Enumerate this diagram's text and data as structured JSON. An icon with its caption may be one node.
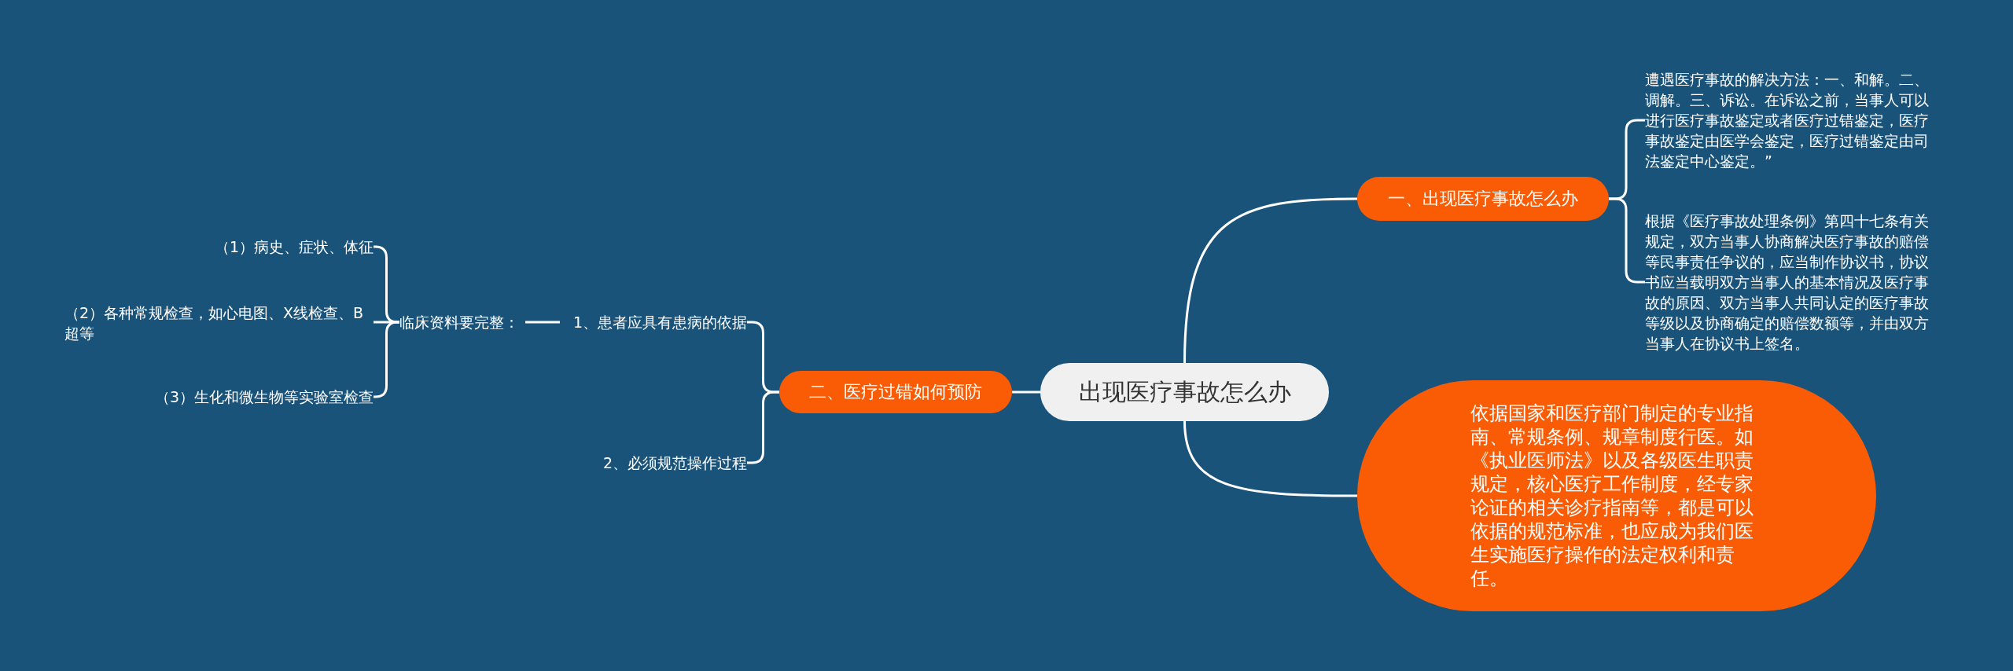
{
  "diagram": {
    "nodes": [
      {
        "text": [
          "出现医疗事故怎么办"
        ]
      },
      {
        "text": [
          "一、出现医疗事故怎么办"
        ]
      },
      {
        "text": [
          "遭遇医疗事故的解决方法：一、和解。二、调解。三、诉讼。在诉讼之前，当事人可以进行医疗事故鉴定或者医疗过错鉴定，医疗事故鉴定由医学会鉴定，医疗过错鉴定由司法鉴定中心鉴定。”"
        ]
      },
      {
        "text": [
          "根据《医疗事故处理条例》第四十七条有关规定，双方当事人协商解决医疗事故的赔偿等民事责任争议的，应当制作协议书，协议书应当载明双方当事人的基本情况及医疗事故的原因、双方当事人共同认定的医疗事故等级以及协商确定的赔偿数额等，并由双方当事人在协议书上签名。"
        ]
      },
      {
        "text": [
          "依据国家和医疗部门制定的专业指南、常规条例、规章制度行医。如《执业医师法》以及各级医生职责规定，核心医疗工作制度，经专家论证的相关诊疗指南等，都是可以依据的规范标准，也应成为我们医生实施医疗操作的法定权利和责任。"
        ]
      },
      {
        "text": [
          "二、医疗过错如何预防"
        ]
      },
      {
        "text": [
          "1、患者应具有患病的依据"
        ]
      },
      {
        "text": [
          "2、必须规范操作过程"
        ]
      },
      {
        "text": [
          "临床资料要完整："
        ]
      },
      {
        "text": [
          "（1）病史、症状、体征"
        ]
      },
      {
        "text": [
          "（2）各种常规检查，如心电图、X线检查、B超等"
        ]
      },
      {
        "text": [
          "（3）生化和微生物等实验室检查"
        ]
      }
    ],
    "edges": [
      {
        "from": 0,
        "to": 1,
        "arrow": "none"
      },
      {
        "from": 0,
        "to": 4,
        "arrow": "none"
      },
      {
        "from": 0,
        "to": 5,
        "arrow": "none"
      },
      {
        "from": 1,
        "to": 2,
        "arrow": "none"
      },
      {
        "from": 1,
        "to": 3,
        "arrow": "none"
      },
      {
        "from": 5,
        "to": 6,
        "arrow": "none"
      },
      {
        "from": 5,
        "to": 7,
        "arrow": "none"
      },
      {
        "from": 6,
        "to": 8,
        "arrow": "none"
      },
      {
        "from": 8,
        "to": 9,
        "arrow": "none"
      },
      {
        "from": 8,
        "to": 10,
        "arrow": "none"
      },
      {
        "from": 8,
        "to": 11,
        "arrow": "none"
      }
    ]
  }
}
